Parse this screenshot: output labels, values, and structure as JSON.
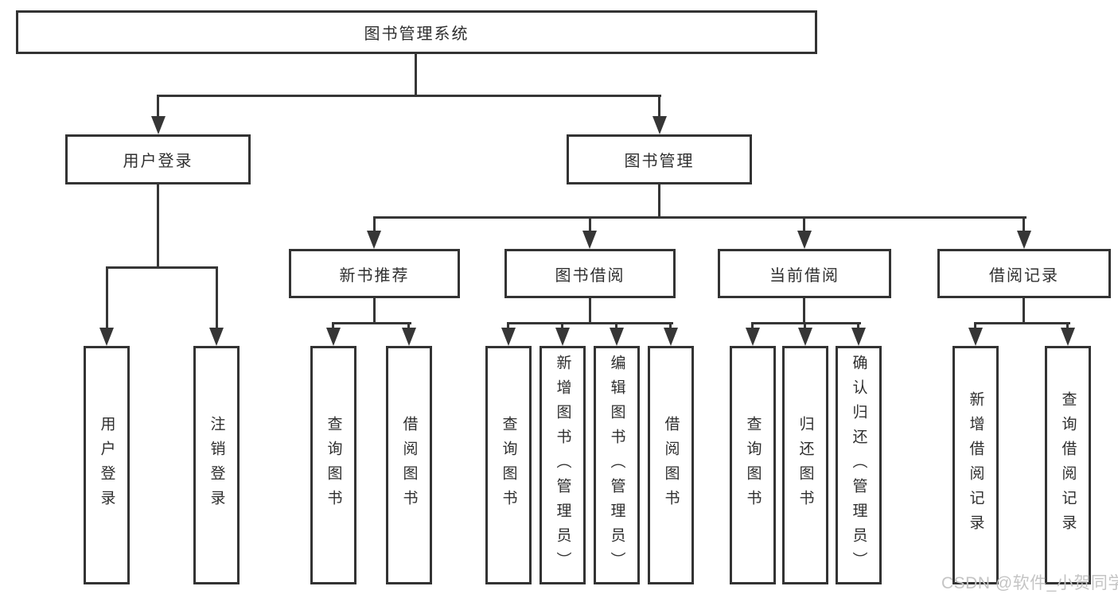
{
  "diagram": {
    "type": "hierarchy-flowchart",
    "tree": {
      "root": {
        "label": "图书管理系统"
      },
      "children": [
        {
          "label": "用户登录",
          "children": [
            {
              "label": "用户登录"
            },
            {
              "label": "注销登录"
            }
          ]
        },
        {
          "label": "图书管理",
          "children": [
            {
              "label": "新书推荐",
              "children": [
                {
                  "label": "查询图书"
                },
                {
                  "label": "借阅图书"
                }
              ]
            },
            {
              "label": "图书借阅",
              "children": [
                {
                  "label": "查询图书"
                },
                {
                  "label": "新增图书（管理员）"
                },
                {
                  "label": "编辑图书（管理员）"
                },
                {
                  "label": "借阅图书"
                }
              ]
            },
            {
              "label": "当前借阅",
              "children": [
                {
                  "label": "查询图书"
                },
                {
                  "label": "归还图书"
                },
                {
                  "label": "确认归还（管理员）"
                }
              ]
            },
            {
              "label": "借阅记录",
              "children": [
                {
                  "label": "新增借阅记录"
                },
                {
                  "label": "查询借阅记录"
                }
              ]
            }
          ]
        }
      ]
    },
    "colors": {
      "line": "#363636",
      "box_border": "#333333",
      "text": "#2f2f2f",
      "background": "#ffffff",
      "watermark": "#c4c4c4"
    }
  },
  "watermark": {
    "text": "CSDN @软件_小贺同学"
  }
}
